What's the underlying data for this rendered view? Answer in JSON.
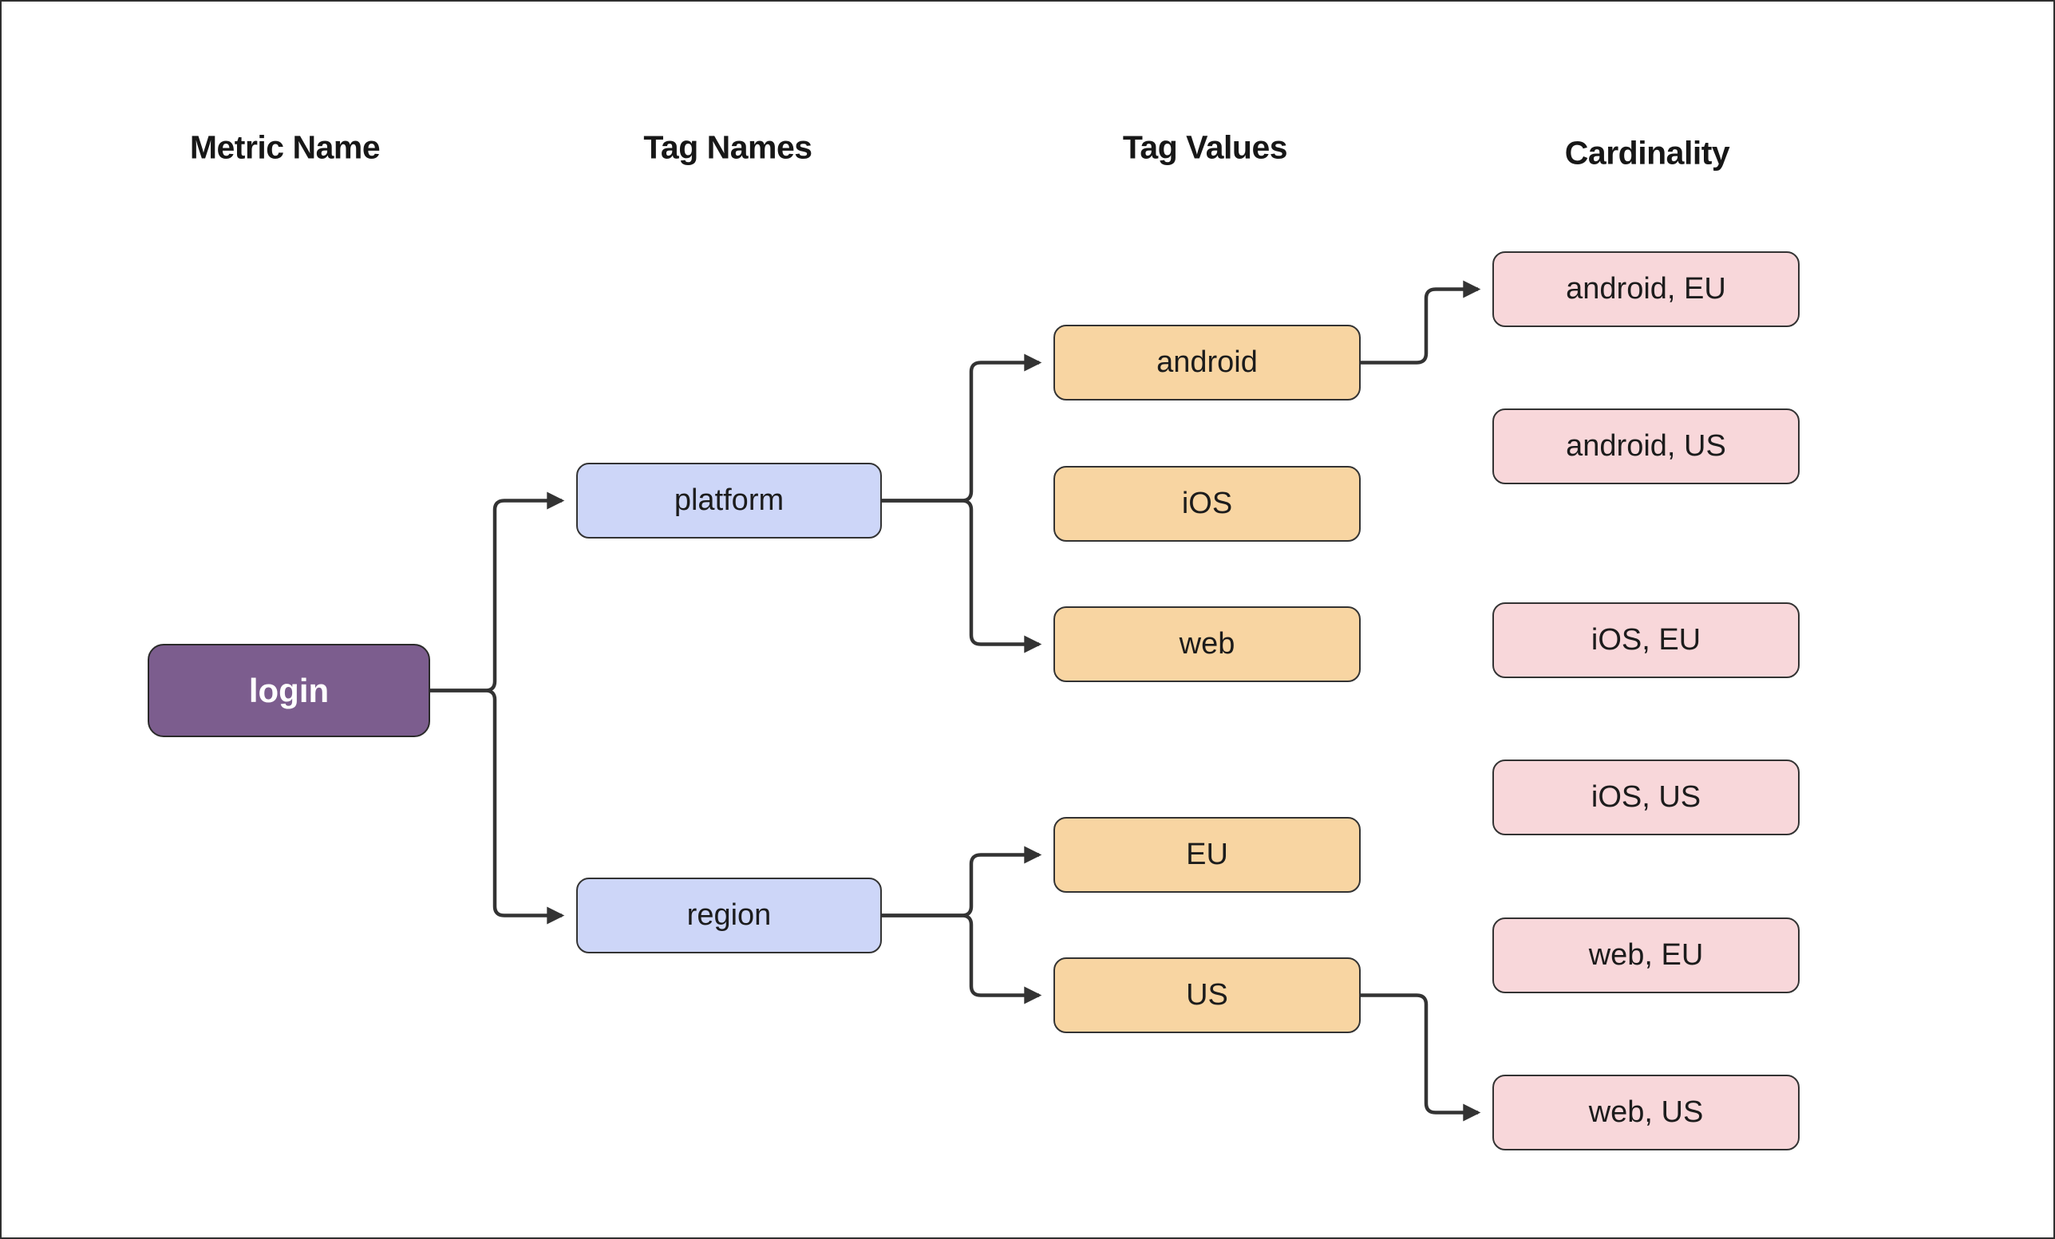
{
  "diagram": {
    "type": "flowchart",
    "background": "#ffffff",
    "headers": {
      "metric_name": "Metric Name",
      "tag_names": "Tag Names",
      "tag_values": "Tag Values",
      "cardinality": "Cardinality"
    },
    "nodes": {
      "login": {
        "label": "login",
        "column": "metric_name",
        "fill": "#7c5d8e",
        "text_color": "#ffffff"
      },
      "platform": {
        "label": "platform",
        "column": "tag_names",
        "fill": "#cdd6f8",
        "text_color": "#1c1c1c"
      },
      "region": {
        "label": "region",
        "column": "tag_names",
        "fill": "#cdd6f8",
        "text_color": "#1c1c1c"
      },
      "android": {
        "label": "android",
        "column": "tag_values",
        "fill": "#f8d5a2",
        "text_color": "#1c1c1c"
      },
      "ios": {
        "label": "iOS",
        "column": "tag_values",
        "fill": "#f8d5a2",
        "text_color": "#1c1c1c"
      },
      "web": {
        "label": "web",
        "column": "tag_values",
        "fill": "#f8d5a2",
        "text_color": "#1c1c1c"
      },
      "eu": {
        "label": "EU",
        "column": "tag_values",
        "fill": "#f8d5a2",
        "text_color": "#1c1c1c"
      },
      "us": {
        "label": "US",
        "column": "tag_values",
        "fill": "#f8d5a2",
        "text_color": "#1c1c1c"
      },
      "android_eu": {
        "label": "android, EU",
        "column": "cardinality",
        "fill": "#f8d7da",
        "text_color": "#1c1c1c"
      },
      "android_us": {
        "label": "android, US",
        "column": "cardinality",
        "fill": "#f8d7da",
        "text_color": "#1c1c1c"
      },
      "ios_eu": {
        "label": "iOS, EU",
        "column": "cardinality",
        "fill": "#f8d7da",
        "text_color": "#1c1c1c"
      },
      "ios_us": {
        "label": "iOS, US",
        "column": "cardinality",
        "fill": "#f8d7da",
        "text_color": "#1c1c1c"
      },
      "web_eu": {
        "label": "web, EU",
        "column": "cardinality",
        "fill": "#f8d7da",
        "text_color": "#1c1c1c"
      },
      "web_us": {
        "label": "web, US",
        "column": "cardinality",
        "fill": "#f8d7da",
        "text_color": "#1c1c1c"
      }
    },
    "edges": [
      {
        "from": "login",
        "to": "platform",
        "arrow": true
      },
      {
        "from": "login",
        "to": "region",
        "arrow": true
      },
      {
        "from": "platform",
        "to": "android",
        "arrow": true
      },
      {
        "from": "platform",
        "to": "web",
        "arrow": true
      },
      {
        "from": "android",
        "to": "android_eu",
        "arrow": true
      },
      {
        "from": "region",
        "to": "eu",
        "arrow": true
      },
      {
        "from": "region",
        "to": "us",
        "arrow": true
      },
      {
        "from": "us",
        "to": "web_us",
        "arrow": true
      }
    ],
    "colors": {
      "edge": "#333333",
      "node_border": "#333333",
      "header_text": "#171717",
      "canvas_border": "#2f2f2f"
    }
  }
}
